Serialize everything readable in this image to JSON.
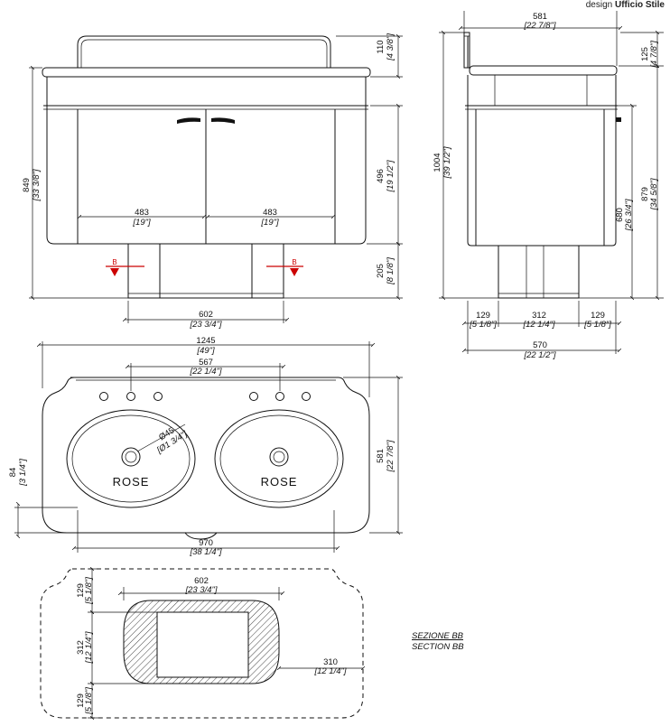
{
  "credit": {
    "prefix": "design",
    "designer": "Ufficio Stile"
  },
  "product_name": "ROSE",
  "front_view": {
    "top_height": "110",
    "top_height_in": "[4 3/8\"]",
    "total_height": "849",
    "total_height_in": "[33 3/8\"]",
    "cabinet_height": "496",
    "cabinet_height_in": "[19 1/2\"]",
    "base_height": "205",
    "base_height_in": "[8 1/8\"]",
    "door_width_left": "483",
    "door_width_left_in": "[19\"]",
    "door_width_right": "483",
    "door_width_right_in": "[19\"]",
    "base_width": "602",
    "base_width_in": "[23 3/4\"]",
    "section_marker": "B"
  },
  "side_view": {
    "width": "581",
    "width_in": "[22 7/8\"]",
    "top_height": "125",
    "top_height_in": "[4 7/8\"]",
    "total_height": "1004",
    "total_height_in": "[39 1/2\"]",
    "counter_height": "879",
    "counter_height_in": "[34 5/8\"]",
    "cabinet_height": "680",
    "cabinet_height_in": "[26 3/4\"]",
    "left_offset": "129",
    "left_offset_in": "[5 1/8\"]",
    "base_depth": "312",
    "base_depth_in": "[12 1/4\"]",
    "right_offset": "129",
    "right_offset_in": "[5 1/8\"]",
    "total_depth": "570",
    "total_depth_in": "[22 1/2\"]"
  },
  "top_view": {
    "total_width": "1245",
    "total_width_in": "[49\"]",
    "tap_spacing": "567",
    "tap_spacing_in": "[22 1/4\"]",
    "depth": "581",
    "depth_in": "[22 7/8\"]",
    "drain_dia": "Ø45",
    "drain_dia_in": "[Ø1 3/4\"]",
    "front_offset": "84",
    "front_offset_in": "[3 1/4\"]",
    "basin_span": "970",
    "basin_span_in": "[38 1/4\"]"
  },
  "section_view": {
    "base_width": "602",
    "base_width_in": "[23 3/4\"]",
    "top_offset": "129",
    "top_offset_in": "[5 1/8\"]",
    "mid_depth": "312",
    "mid_depth_in": "[12 1/4\"]",
    "bottom_offset": "129",
    "bottom_offset_in": "[5 1/8\"]",
    "right_offset": "310",
    "right_offset_in": "[12 1/4\"]",
    "label_it": "SEZIONE BB",
    "label_en": "SECTION BB"
  }
}
